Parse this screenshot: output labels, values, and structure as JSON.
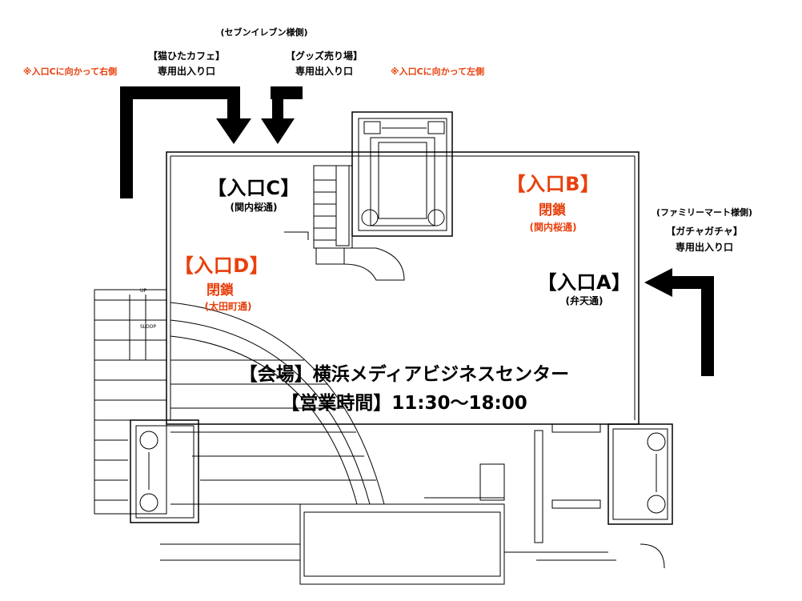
{
  "labels": {
    "seven_eleven_side": "(セブンイレブン様側)",
    "neko_cafe_title": "【猫ひたカフェ】",
    "neko_cafe_entrance": "専用出入り口",
    "neko_cafe_note": "※入口Cに向かって右側",
    "goods_title": "【グッズ売り場】",
    "goods_entrance": "専用出入り口",
    "goods_note": "※入口Cに向かって左側",
    "family_mart_side": "(ファミリーマート様側)",
    "gacha_title": "【ガチャガチャ】",
    "gacha_entrance": "専用出入り口"
  },
  "entrances": {
    "a": {
      "name": "【入口A】",
      "street": "(弁天通)"
    },
    "b": {
      "name": "【入口B】",
      "status": "閉鎖",
      "street": "(関内桜通)"
    },
    "c": {
      "name": "【入口C】",
      "street": "(関内桜通)"
    },
    "d": {
      "name": "【入口D】",
      "status": "閉鎖",
      "street": "(太田町通)"
    }
  },
  "venue": {
    "line": "【会場】横浜メディアビジネスセンター",
    "hours": "【営業時間】11:30〜18:00"
  },
  "plan_text": {
    "up": "UP",
    "slope": "SLOOP"
  },
  "colors": {
    "closed_red": "#e8400c",
    "line": "#000000"
  }
}
